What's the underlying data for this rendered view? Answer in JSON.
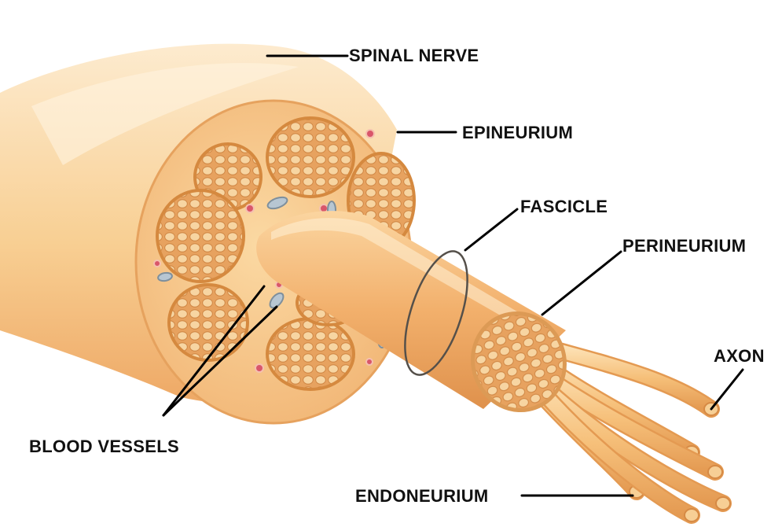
{
  "labels": {
    "spinal_nerve": "SPINAL NERVE",
    "epineurium": "EPINEURIUM",
    "fascicle": "FASCICLE",
    "perineurium": "PERINEURIUM",
    "axon": "AXON",
    "blood_vessels": "BLOOD VESSELS",
    "endoneurium": "ENDONEURIUM"
  },
  "colors": {
    "nerve_light": "#fde9c4",
    "nerve_mid": "#f9c98a",
    "nerve_dark": "#e8a25a",
    "fascicle_fill": "#e9a865",
    "fascicle_cell": "#f7d7a6",
    "vessel_red": "#d9566a",
    "vessel_blue": "#a9bccc",
    "leader_line": "#000000"
  }
}
